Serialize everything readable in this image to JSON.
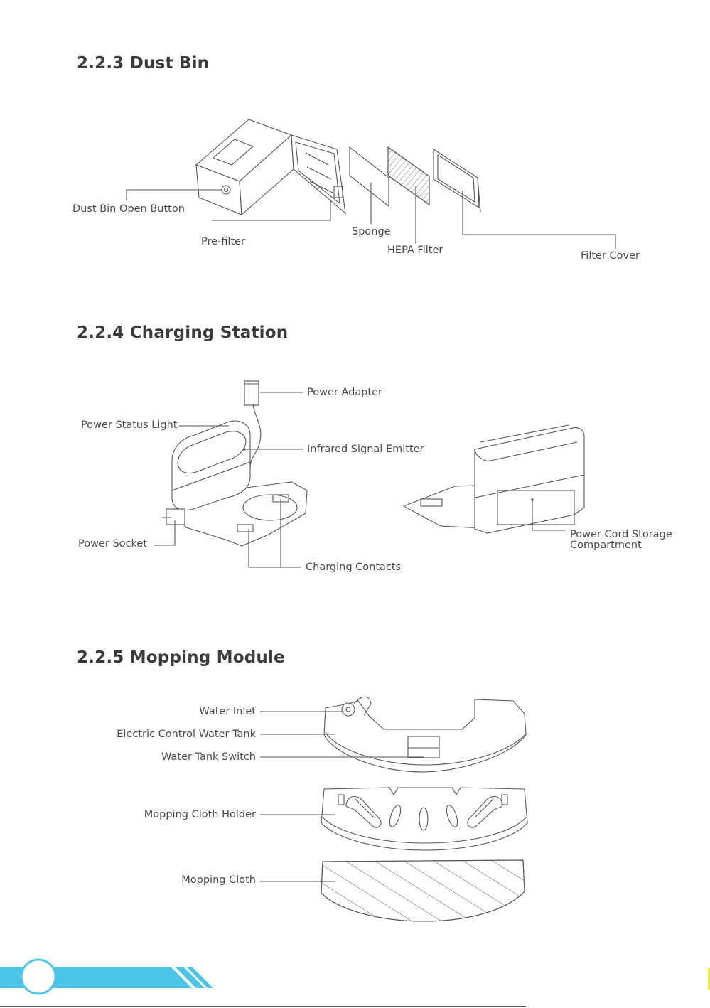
{
  "sections": {
    "dust_bin": {
      "title": "2.2.3 Dust Bin",
      "labels": {
        "open_button": "Dust Bin Open Button",
        "pre_filter": "Pre-filter",
        "sponge": "Sponge",
        "hepa": "HEPA Filter",
        "filter_cover": "Filter Cover"
      }
    },
    "charging_station": {
      "title": "2.2.4 Charging Station",
      "labels": {
        "power_adapter": "Power Adapter",
        "power_status_light": "Power Status Light",
        "infrared_emitter": "Infrared Signal Emitter",
        "power_socket": "Power Socket",
        "charging_contacts": "Charging Contacts",
        "cord_storage_line1": "Power Cord Storage",
        "cord_storage_line2": "Compartment"
      }
    },
    "mopping_module": {
      "title": "2.2.5 Mopping Module",
      "labels": {
        "water_inlet": "Water Inlet",
        "water_tank": "Electric Control Water Tank",
        "tank_switch": "Water Tank Switch",
        "cloth_holder": "Mopping Cloth Holder",
        "cloth": "Mopping Cloth"
      }
    }
  },
  "colors": {
    "accent": "#4cc4e6",
    "line": "#555555"
  }
}
